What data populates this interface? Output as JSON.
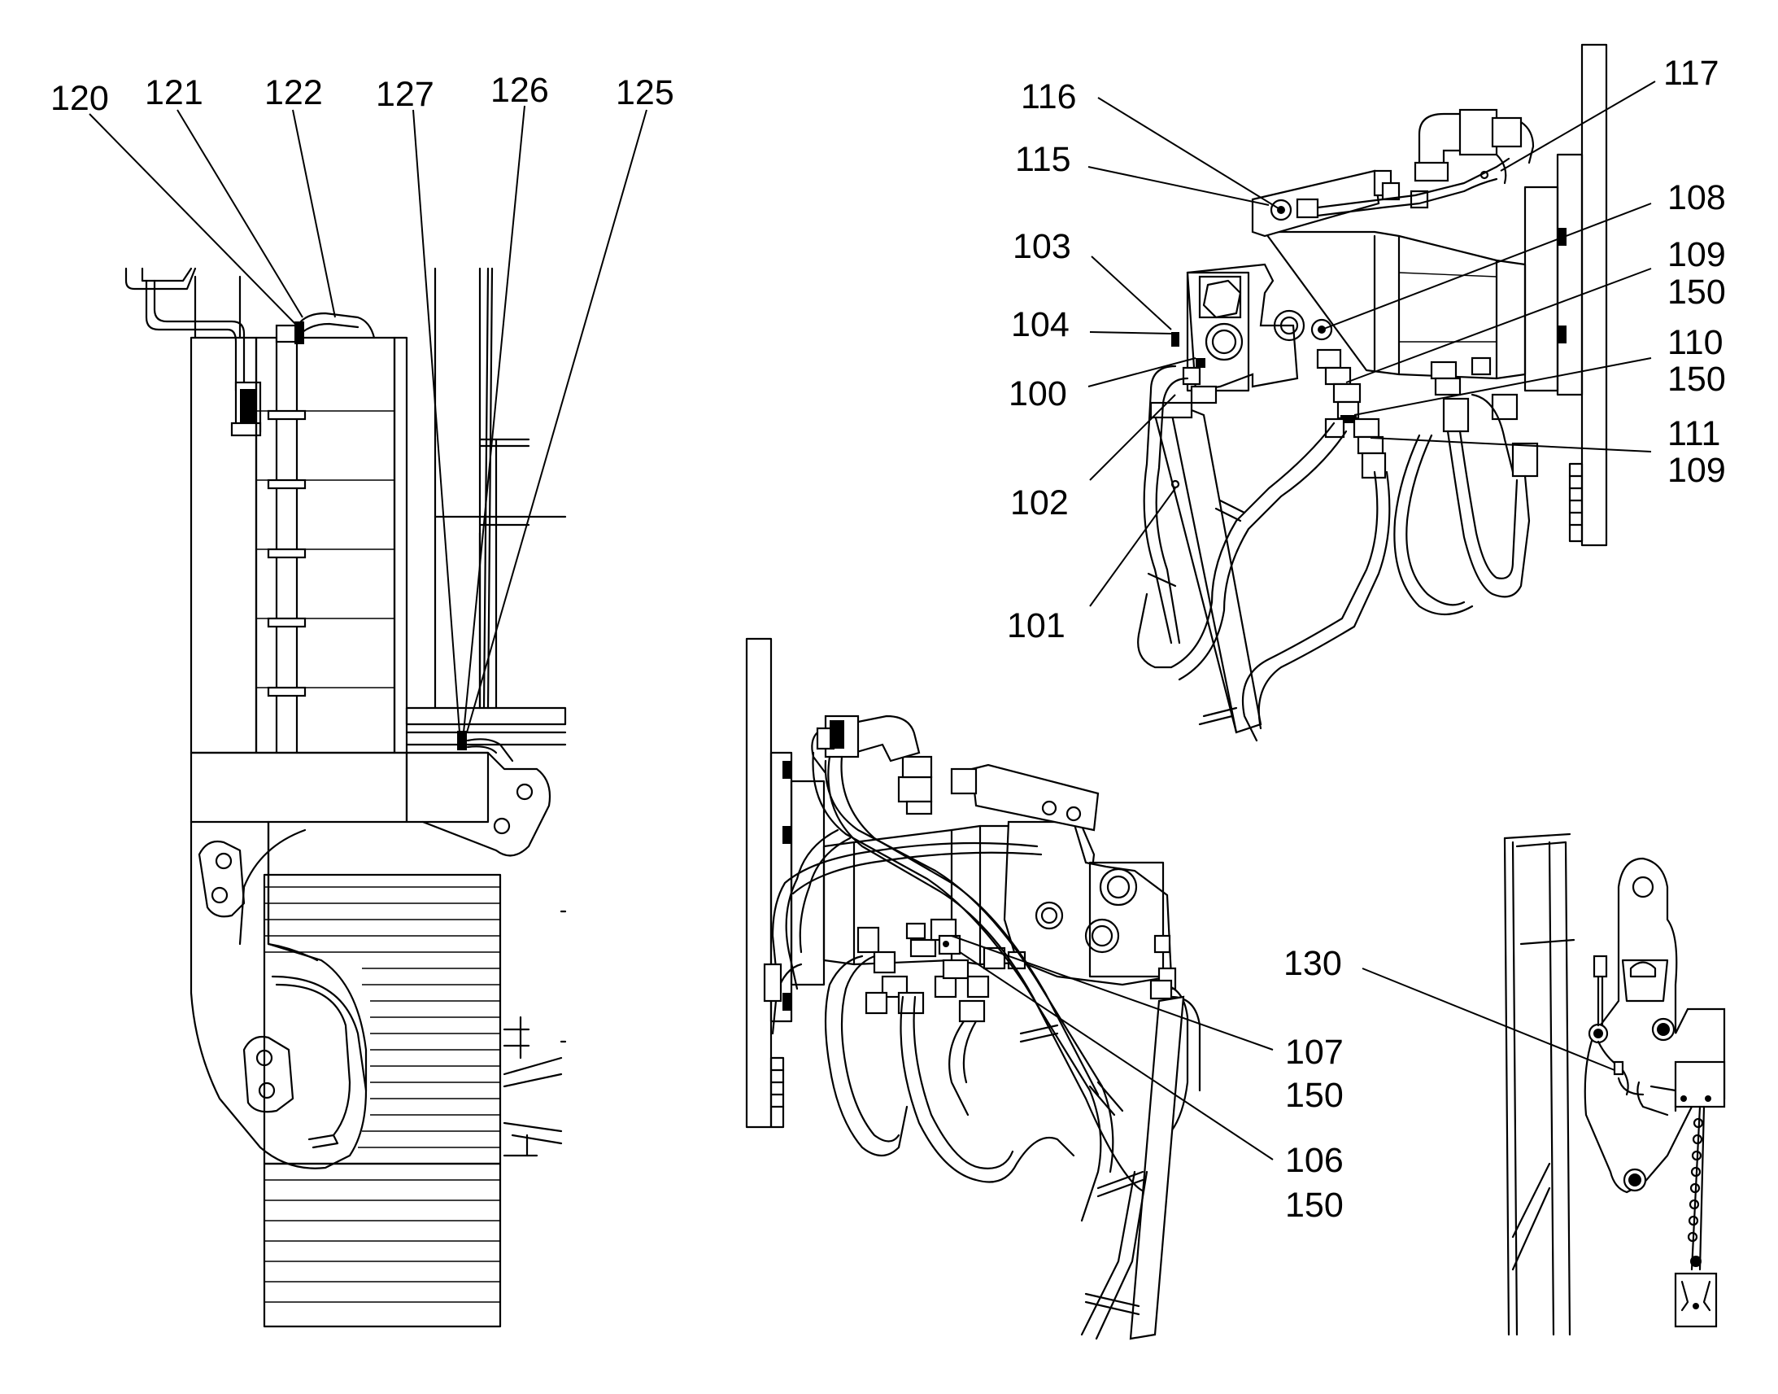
{
  "colors": {
    "ink": "#000000",
    "paper": "#ffffff"
  },
  "callouts": {
    "c120": "120",
    "c121": "121",
    "c122": "122",
    "c127": "127",
    "c126": "126",
    "c125": "125",
    "c116": "116",
    "c115": "115",
    "c117": "117",
    "c103": "103",
    "c104": "104",
    "c100": "100",
    "c102": "102",
    "c101": "101",
    "c108": "108",
    "c109a": "109",
    "c150a": "150",
    "c110": "110",
    "c150b": "150",
    "c111": "111",
    "c109b": "109",
    "c107": "107",
    "c150c": "150",
    "c106": "106",
    "c150d": "150",
    "c130": "130"
  }
}
